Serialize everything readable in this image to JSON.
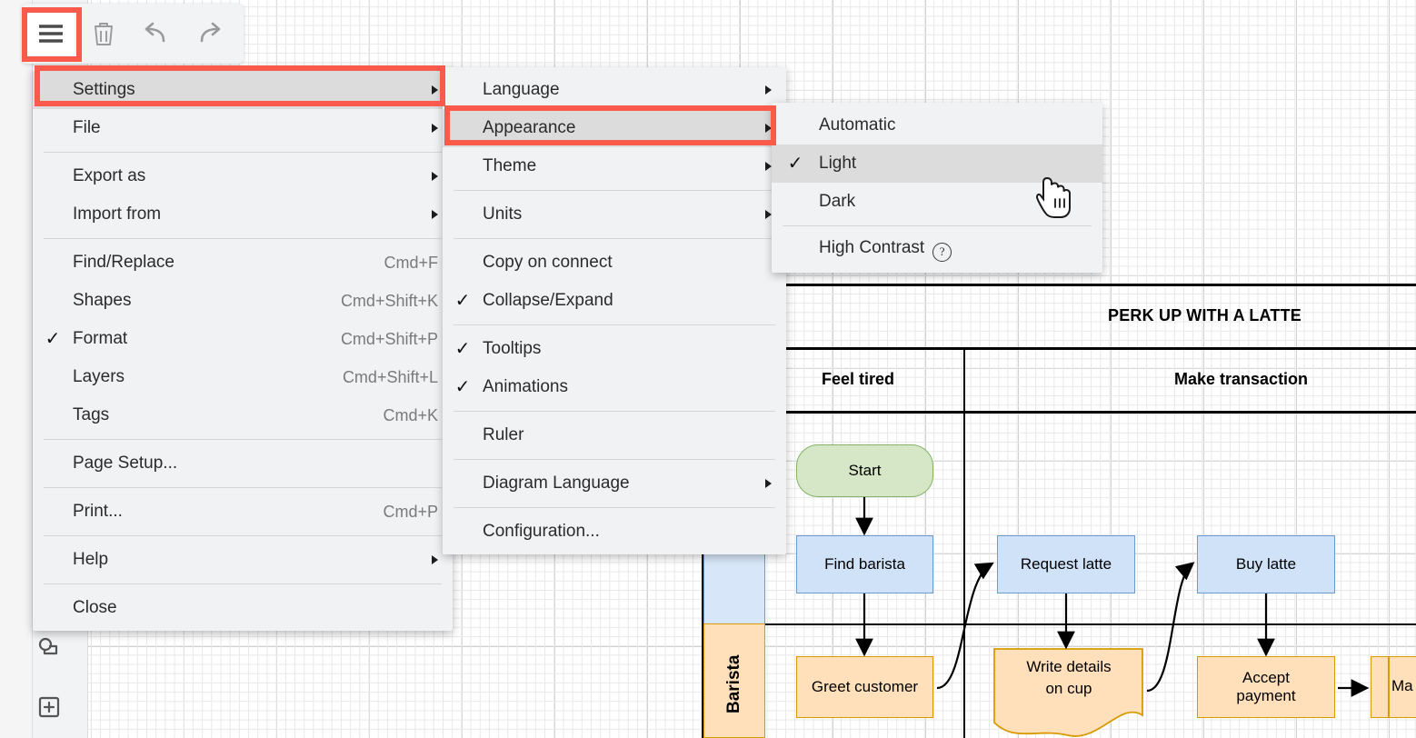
{
  "app": {
    "toolbar": {
      "buttons": [
        {
          "name": "hamburger-menu-button",
          "icon": "hamburger-icon",
          "active": true
        },
        {
          "name": "delete-button",
          "icon": "trash-icon",
          "active": false
        },
        {
          "name": "undo-button",
          "icon": "undo-icon",
          "active": false
        },
        {
          "name": "redo-button",
          "icon": "redo-icon",
          "active": false
        }
      ]
    },
    "left_rail": {
      "icons": [
        {
          "name": "shapes-icon",
          "label": "shapes"
        },
        {
          "name": "add-page-icon",
          "label": "add"
        }
      ]
    }
  },
  "menus": {
    "main": {
      "items": [
        {
          "label": "Settings",
          "shortcut": "",
          "submenu": true,
          "checked": false,
          "highlighted": true
        },
        {
          "label": "File",
          "shortcut": "",
          "submenu": true,
          "checked": false
        },
        {
          "separator": true
        },
        {
          "label": "Export as",
          "shortcut": "",
          "submenu": true,
          "checked": false
        },
        {
          "label": "Import from",
          "shortcut": "",
          "submenu": true,
          "checked": false
        },
        {
          "separator": true
        },
        {
          "label": "Find/Replace",
          "shortcut": "Cmd+F",
          "submenu": false,
          "checked": false
        },
        {
          "label": "Shapes",
          "shortcut": "Cmd+Shift+K",
          "submenu": false,
          "checked": false
        },
        {
          "label": "Format",
          "shortcut": "Cmd+Shift+P",
          "submenu": false,
          "checked": true
        },
        {
          "label": "Layers",
          "shortcut": "Cmd+Shift+L",
          "submenu": false,
          "checked": false
        },
        {
          "label": "Tags",
          "shortcut": "Cmd+K",
          "submenu": false,
          "checked": false
        },
        {
          "separator": true
        },
        {
          "label": "Page Setup...",
          "shortcut": "",
          "submenu": false,
          "checked": false
        },
        {
          "separator": true
        },
        {
          "label": "Print...",
          "shortcut": "Cmd+P",
          "submenu": false,
          "checked": false
        },
        {
          "separator": true
        },
        {
          "label": "Help",
          "shortcut": "",
          "submenu": true,
          "checked": false
        },
        {
          "separator": true
        },
        {
          "label": "Close",
          "shortcut": "",
          "submenu": false,
          "checked": false
        }
      ]
    },
    "settings": {
      "items": [
        {
          "label": "Language",
          "submenu": true,
          "checked": false
        },
        {
          "label": "Appearance",
          "submenu": true,
          "checked": false,
          "highlighted": true
        },
        {
          "label": "Theme",
          "submenu": true,
          "checked": false
        },
        {
          "separator": true
        },
        {
          "label": "Units",
          "submenu": true,
          "checked": false
        },
        {
          "separator": true
        },
        {
          "label": "Copy on connect",
          "submenu": false,
          "checked": false
        },
        {
          "label": "Collapse/Expand",
          "submenu": false,
          "checked": true
        },
        {
          "separator": true
        },
        {
          "label": "Tooltips",
          "submenu": false,
          "checked": true
        },
        {
          "label": "Animations",
          "submenu": false,
          "checked": true
        },
        {
          "separator": true
        },
        {
          "label": "Ruler",
          "submenu": false,
          "checked": false
        },
        {
          "separator": true
        },
        {
          "label": "Diagram Language",
          "submenu": true,
          "checked": false
        },
        {
          "separator": true
        },
        {
          "label": "Configuration...",
          "submenu": false,
          "checked": false
        }
      ]
    },
    "appearance": {
      "items": [
        {
          "label": "Automatic",
          "checked": false,
          "hovered": false
        },
        {
          "label": "Light",
          "checked": true,
          "hovered": true
        },
        {
          "label": "Dark",
          "checked": false,
          "hovered": false
        },
        {
          "separator": true
        },
        {
          "label": "High Contrast",
          "checked": false,
          "hovered": false,
          "help_icon": true
        }
      ]
    }
  },
  "diagram": {
    "title": "PERK UP WITH A LATTE",
    "phases": [
      "Feel tired",
      "Make transaction"
    ],
    "lanes": [
      {
        "label": "",
        "color": "#d7e6f8"
      },
      {
        "label": "Barista",
        "color": "#ffe0bb"
      }
    ],
    "nodes": [
      {
        "id": "start",
        "label": "Start",
        "shape": "terminator",
        "color": "green"
      },
      {
        "id": "find",
        "label": "Find barista",
        "shape": "process",
        "color": "blue"
      },
      {
        "id": "request",
        "label": "Request latte",
        "shape": "process",
        "color": "blue"
      },
      {
        "id": "buy",
        "label": "Buy latte",
        "shape": "process",
        "color": "blue"
      },
      {
        "id": "greet",
        "label": "Greet customer",
        "shape": "process",
        "color": "orange"
      },
      {
        "id": "write",
        "label": "Write details\non cup",
        "shape": "document",
        "color": "orange",
        "line1": "Write details",
        "line2": "on cup"
      },
      {
        "id": "accept",
        "label": "Accept\npayment",
        "shape": "process",
        "color": "orange",
        "line1": "Accept",
        "line2": "payment"
      },
      {
        "id": "make",
        "label": "Ma",
        "shape": "predefined",
        "color": "orange"
      }
    ]
  },
  "colors": {
    "highlight": "#fa5a4b",
    "menu_bg": "#f1f2f4",
    "menu_hover": "#dcdcdc",
    "blue_fill": "#cfe2f7",
    "blue_stroke": "#6b9ccc",
    "orange_fill": "#ffe0bb",
    "orange_stroke": "#d79b00",
    "green_fill": "#d6e7c8",
    "green_stroke": "#82b366"
  }
}
